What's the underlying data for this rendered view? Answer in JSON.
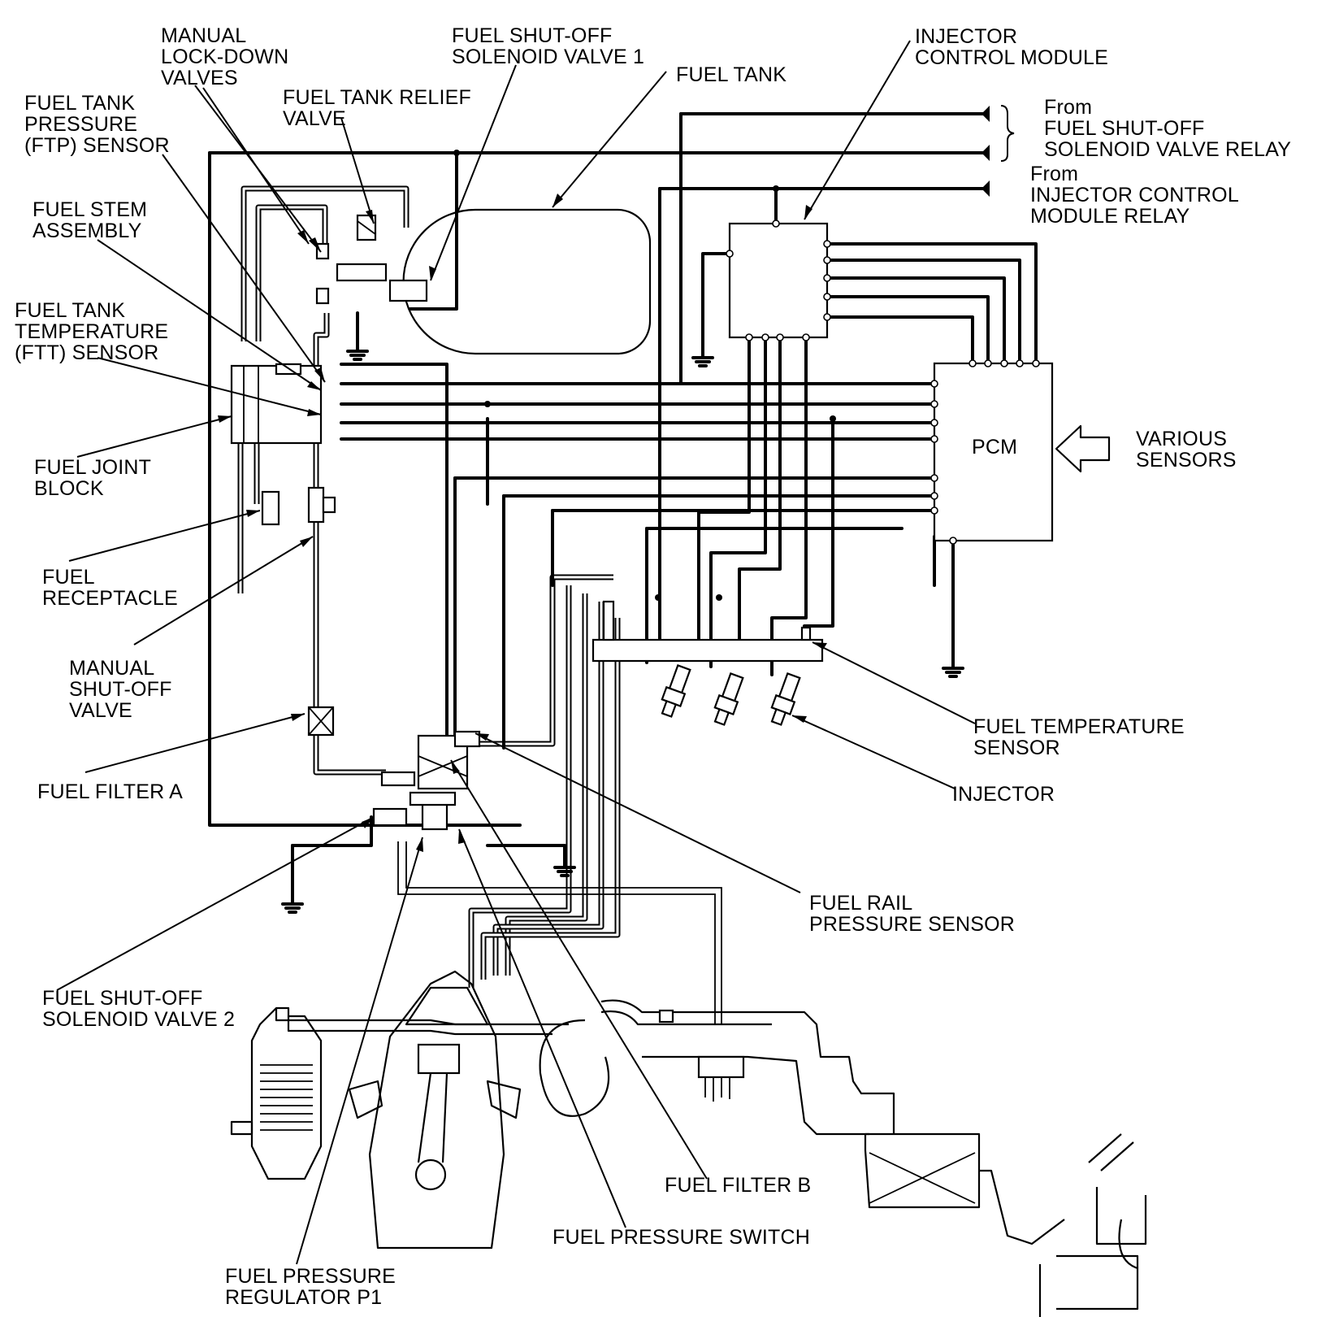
{
  "labels": {
    "manual_lockdown_valves": [
      "MANUAL",
      "LOCK-DOWN",
      "VALVES"
    ],
    "fuel_shutoff_solenoid_valve_1": [
      "FUEL SHUT-OFF",
      "SOLENOID VALVE 1"
    ],
    "fuel_tank": [
      "FUEL TANK"
    ],
    "injector_control_module": [
      "INJECTOR",
      "CONTROL MODULE"
    ],
    "from_fuel_shutoff_relay": [
      "From",
      "FUEL SHUT-OFF",
      "SOLENOID VALVE RELAY"
    ],
    "from_injector_control_module_relay": [
      "From",
      "INJECTOR CONTROL",
      "MODULE RELAY"
    ],
    "fuel_tank_pressure_sensor": [
      "FUEL TANK",
      "PRESSURE",
      "(FTP) SENSOR"
    ],
    "fuel_tank_relief_valve": [
      "FUEL TANK RELIEF",
      "VALVE"
    ],
    "fuel_stem_assembly": [
      "FUEL STEM",
      "ASSEMBLY"
    ],
    "fuel_tank_temperature_sensor": [
      "FUEL TANK",
      "TEMPERATURE",
      "(FTT) SENSOR"
    ],
    "fuel_joint_block": [
      "FUEL JOINT",
      "BLOCK"
    ],
    "fuel_receptacle": [
      "FUEL",
      "RECEPTACLE"
    ],
    "manual_shutoff_valve": [
      "MANUAL",
      "SHUT-OFF",
      "VALVE"
    ],
    "fuel_filter_a": [
      "FUEL FILTER A"
    ],
    "pcm": [
      "PCM"
    ],
    "various_sensors": [
      "VARIOUS",
      "SENSORS"
    ],
    "fuel_temperature_sensor": [
      "FUEL TEMPERATURE",
      "SENSOR"
    ],
    "injector": [
      "INJECTOR"
    ],
    "fuel_rail_pressure_sensor": [
      "FUEL RAIL",
      "PRESSURE SENSOR"
    ],
    "fuel_shutoff_solenoid_valve_2": [
      "FUEL SHUT-OFF",
      "SOLENOID VALVE 2"
    ],
    "fuel_filter_b": [
      "FUEL FILTER B"
    ],
    "fuel_pressure_switch": [
      "FUEL PRESSURE SWITCH"
    ],
    "fuel_pressure_regulator_p1": [
      "FUEL PRESSURE",
      "REGULATOR P1"
    ]
  }
}
